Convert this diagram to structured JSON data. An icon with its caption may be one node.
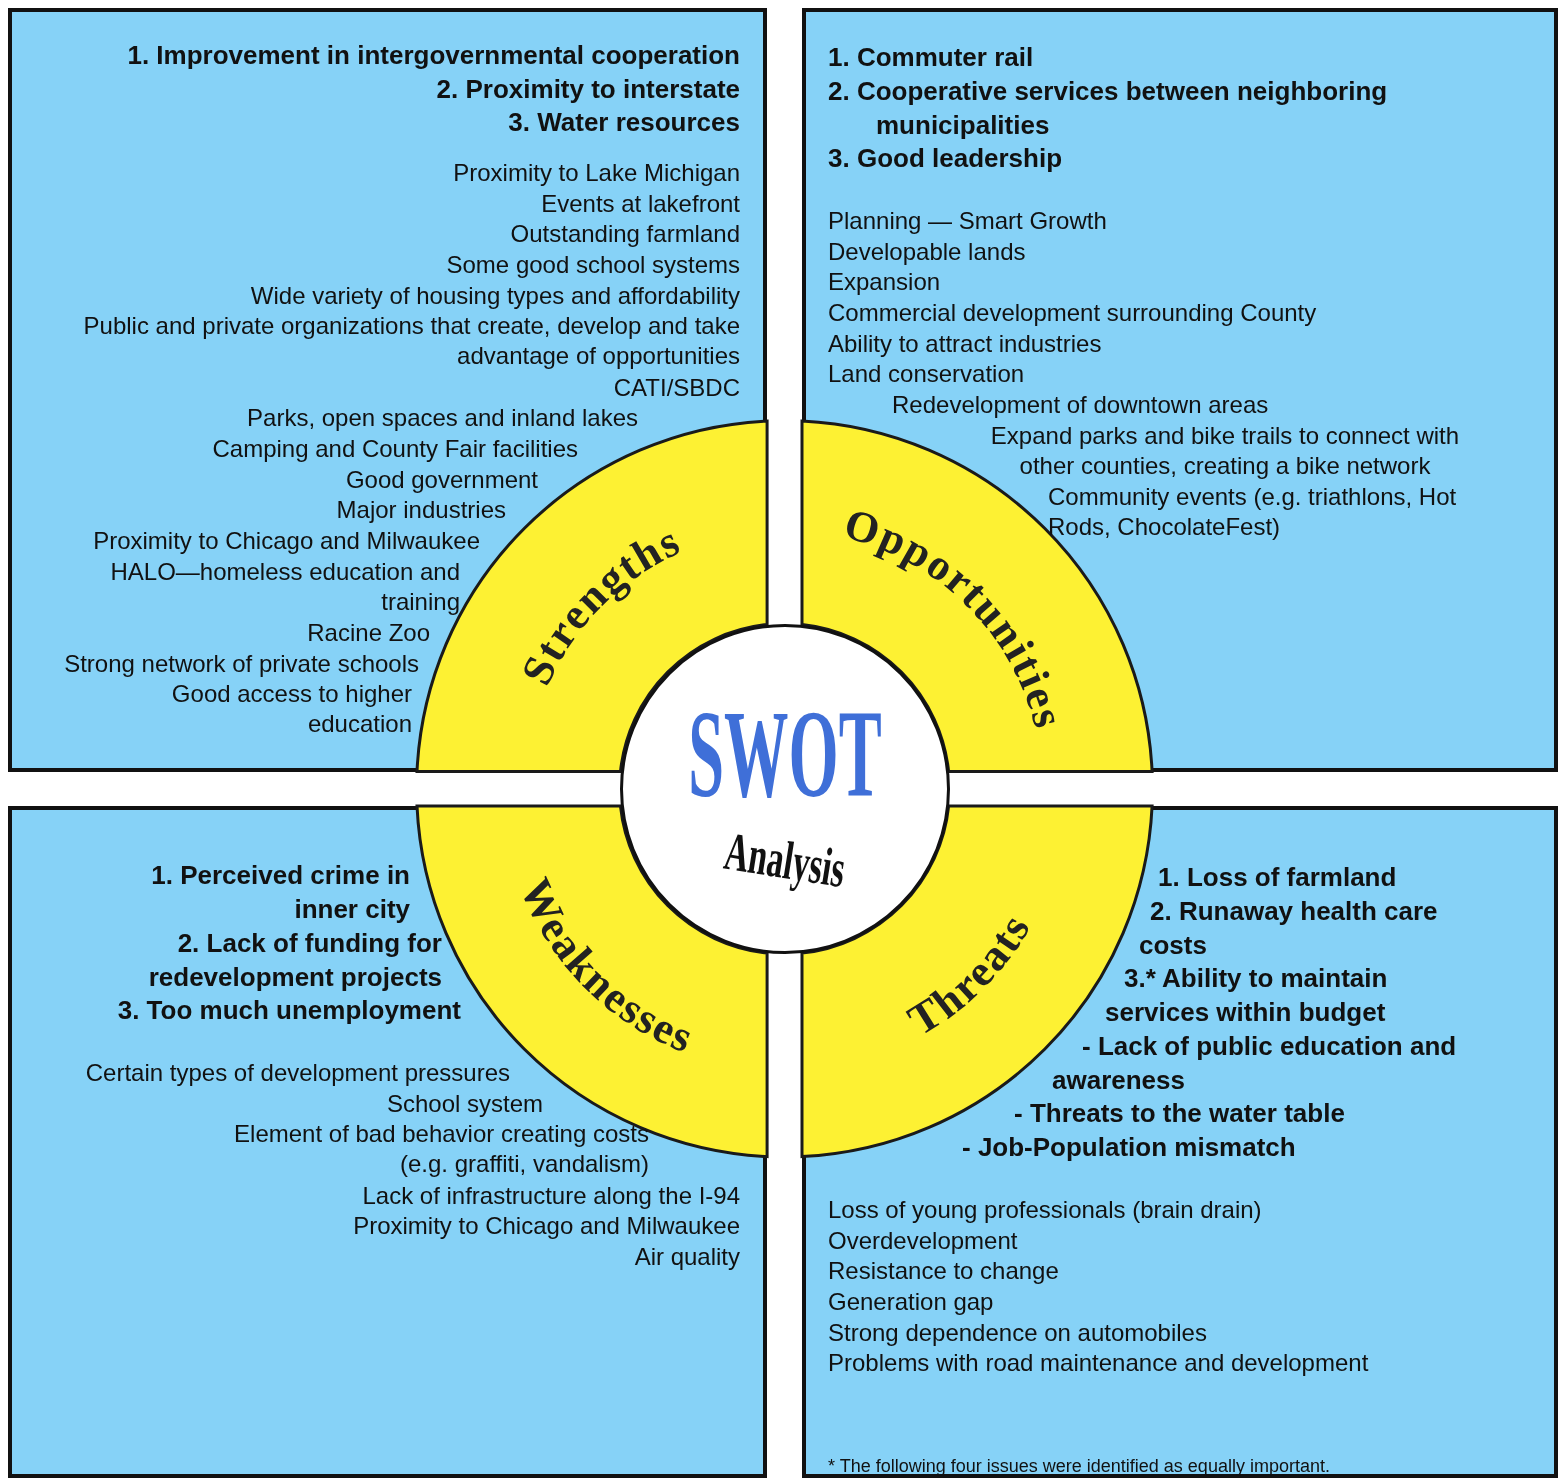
{
  "diagram": {
    "nodes": [
      {
        "text": [
          "1. Improvement in intergovernmental cooperation",
          "2. Proximity to interstate",
          "3. Water resources",
          "Proximity to Lake Michigan",
          "Events at lakefront",
          "Outstanding farmland",
          "Some good school systems",
          "Wide variety of housing types and affordability",
          "Public and private organizations that create, develop and take advantage of opportunities",
          "CATI/SBDC",
          "Parks, open spaces and inland lakes",
          "Camping and County Fair facilities",
          "Good government",
          "Major industries",
          "Proximity to Chicago and Milwaukee",
          "HALO—homeless education and training",
          "Racine Zoo",
          "Strong network of private schools",
          "Good access to higher education"
        ]
      },
      {
        "text": [
          "1. Commuter rail",
          "2. Cooperative services between neighboring municipalities",
          "3. Good leadership",
          "Planning — Smart Growth",
          "Developable lands",
          "Expansion",
          "Commercial development surrounding County",
          "Ability to attract industries",
          "Land conservation",
          "Redevelopment of downtown areas",
          "Expand parks and bike trails to connect with other counties, creating a bike network",
          "Community events (e.g. triathlons, Hot Rods, ChocolateFest)"
        ]
      },
      {
        "text": [
          "1. Perceived crime in inner city",
          "2. Lack of funding for redevelopment projects",
          "3. Too much unemployment",
          "Certain types of development pressures",
          "School system",
          "Element of bad behavior creating costs (e.g. graffiti, vandalism)",
          "Lack of infrastructure along the I-94",
          "Proximity to Chicago and Milwaukee",
          "Air quality"
        ]
      },
      {
        "text": [
          "1. Loss of farmland",
          "2. Runaway health care costs",
          "3.* Ability to maintain services within budget",
          "- Lack of public education and awareness",
          "- Threats to the water table",
          "- Job-Population mismatch",
          "Loss of young professionals (brain drain)",
          "Overdevelopment",
          "Resistance to change",
          "Generation gap",
          "Strong dependence on automobiles",
          "Problems with road maintenance and development"
        ]
      },
      {
        "text": [
          "Strengths"
        ],
        "in": 0
      },
      {
        "text": [
          "Opportunities"
        ],
        "in": 1
      },
      {
        "text": [
          "Weaknesses"
        ],
        "in": 2
      },
      {
        "text": [
          "Threats"
        ],
        "in": 3
      },
      {
        "text": [
          "SWOT",
          "Analysis"
        ]
      }
    ],
    "labels": [
      "* The following four issues were identified as equally important."
    ]
  }
}
